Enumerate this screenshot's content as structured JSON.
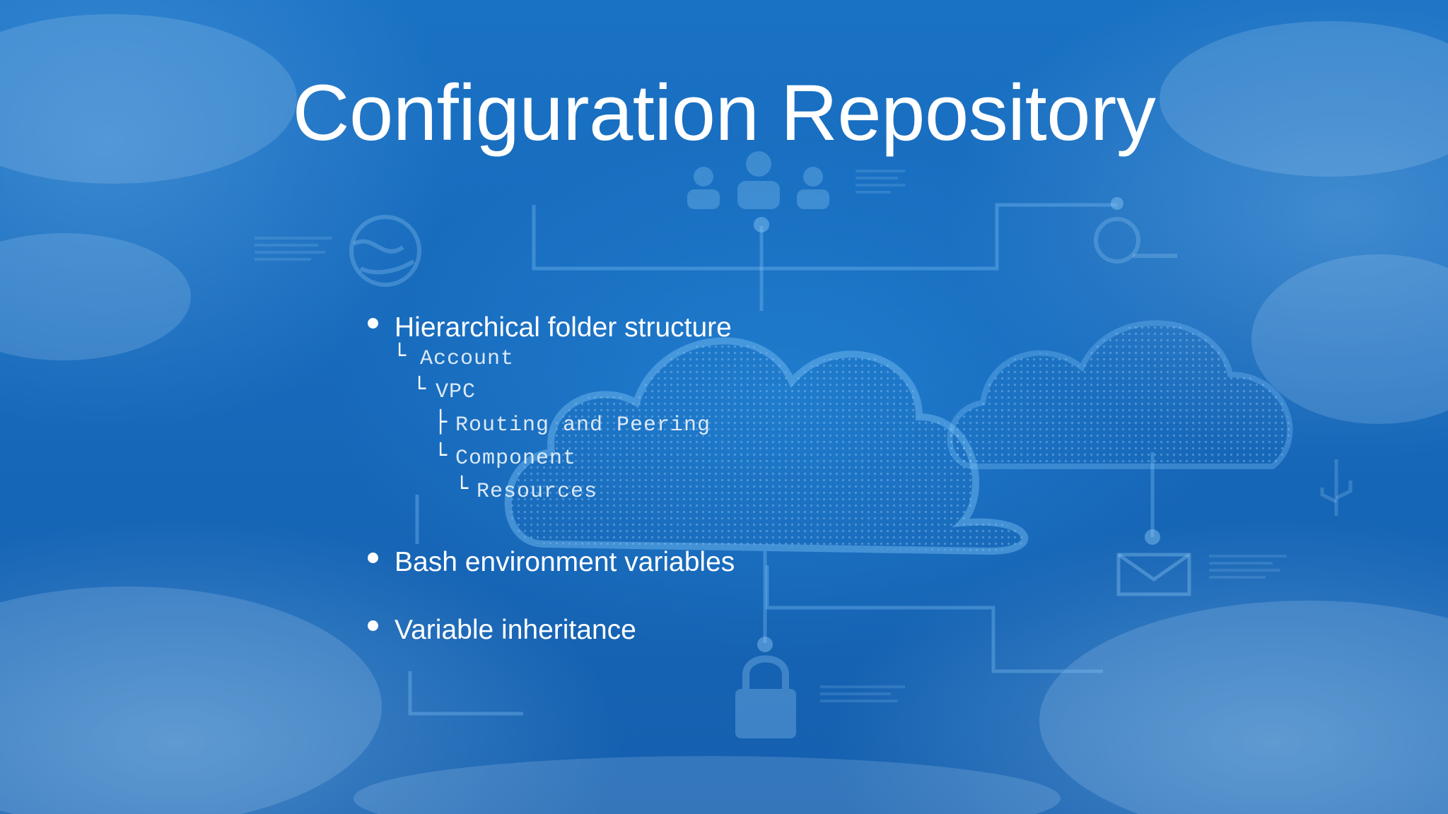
{
  "slide": {
    "title": "Configuration Repository",
    "bullets": [
      {
        "text": "Hierarchical folder structure"
      },
      {
        "text": "Bash environment variables"
      },
      {
        "text": "Variable inheritance"
      }
    ],
    "tree": [
      {
        "glyph": "└",
        "label": "Account"
      },
      {
        "glyph": "└",
        "label": "VPC"
      },
      {
        "glyph": "├",
        "label": "Routing and Peering"
      },
      {
        "glyph": "└",
        "label": "Component"
      },
      {
        "glyph": "└",
        "label": "Resources"
      }
    ]
  },
  "colors": {
    "background": "#1668b8",
    "text": "#ffffff",
    "tree_text": "#dbe9f6"
  }
}
